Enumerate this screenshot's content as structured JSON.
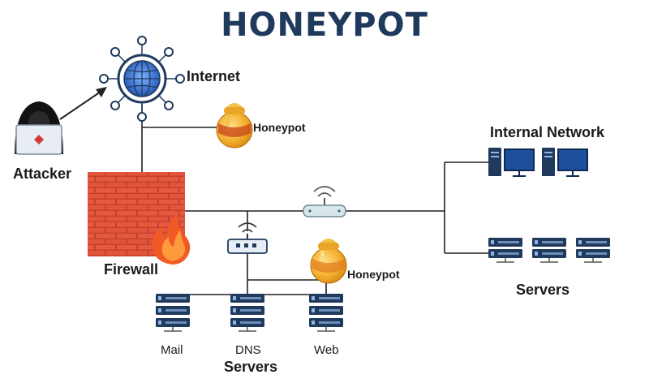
{
  "title": "HONEYPOT",
  "labels": {
    "internet": "Internet",
    "attacker": "Attacker",
    "honeypot_top": "Honeypot",
    "firewall": "Firewall",
    "internal_network": "Internal Network",
    "honeypot_dmz": "Honeypot",
    "servers_right": "Servers",
    "mail": "Mail",
    "dns": "DNS",
    "web": "Web",
    "servers_dmz": "Servers"
  },
  "colors": {
    "title": "#1f3a5c",
    "line": "#222222",
    "brick": "#e0503a",
    "flame": "#f15a24",
    "honey": "#f2b233",
    "server": "#1f3a5c",
    "monitor": "#1e4f9c",
    "globe": "#2f6fd6"
  },
  "icons": {
    "internet": "globe-network-icon",
    "attacker": "hooded-hacker-icon",
    "firewall": "brick-wall-fire-icon",
    "honeypot": "honey-pot-icon",
    "router": "wireless-router-icon",
    "server": "server-rack-icon",
    "workstation": "desktop-computer-icon"
  }
}
